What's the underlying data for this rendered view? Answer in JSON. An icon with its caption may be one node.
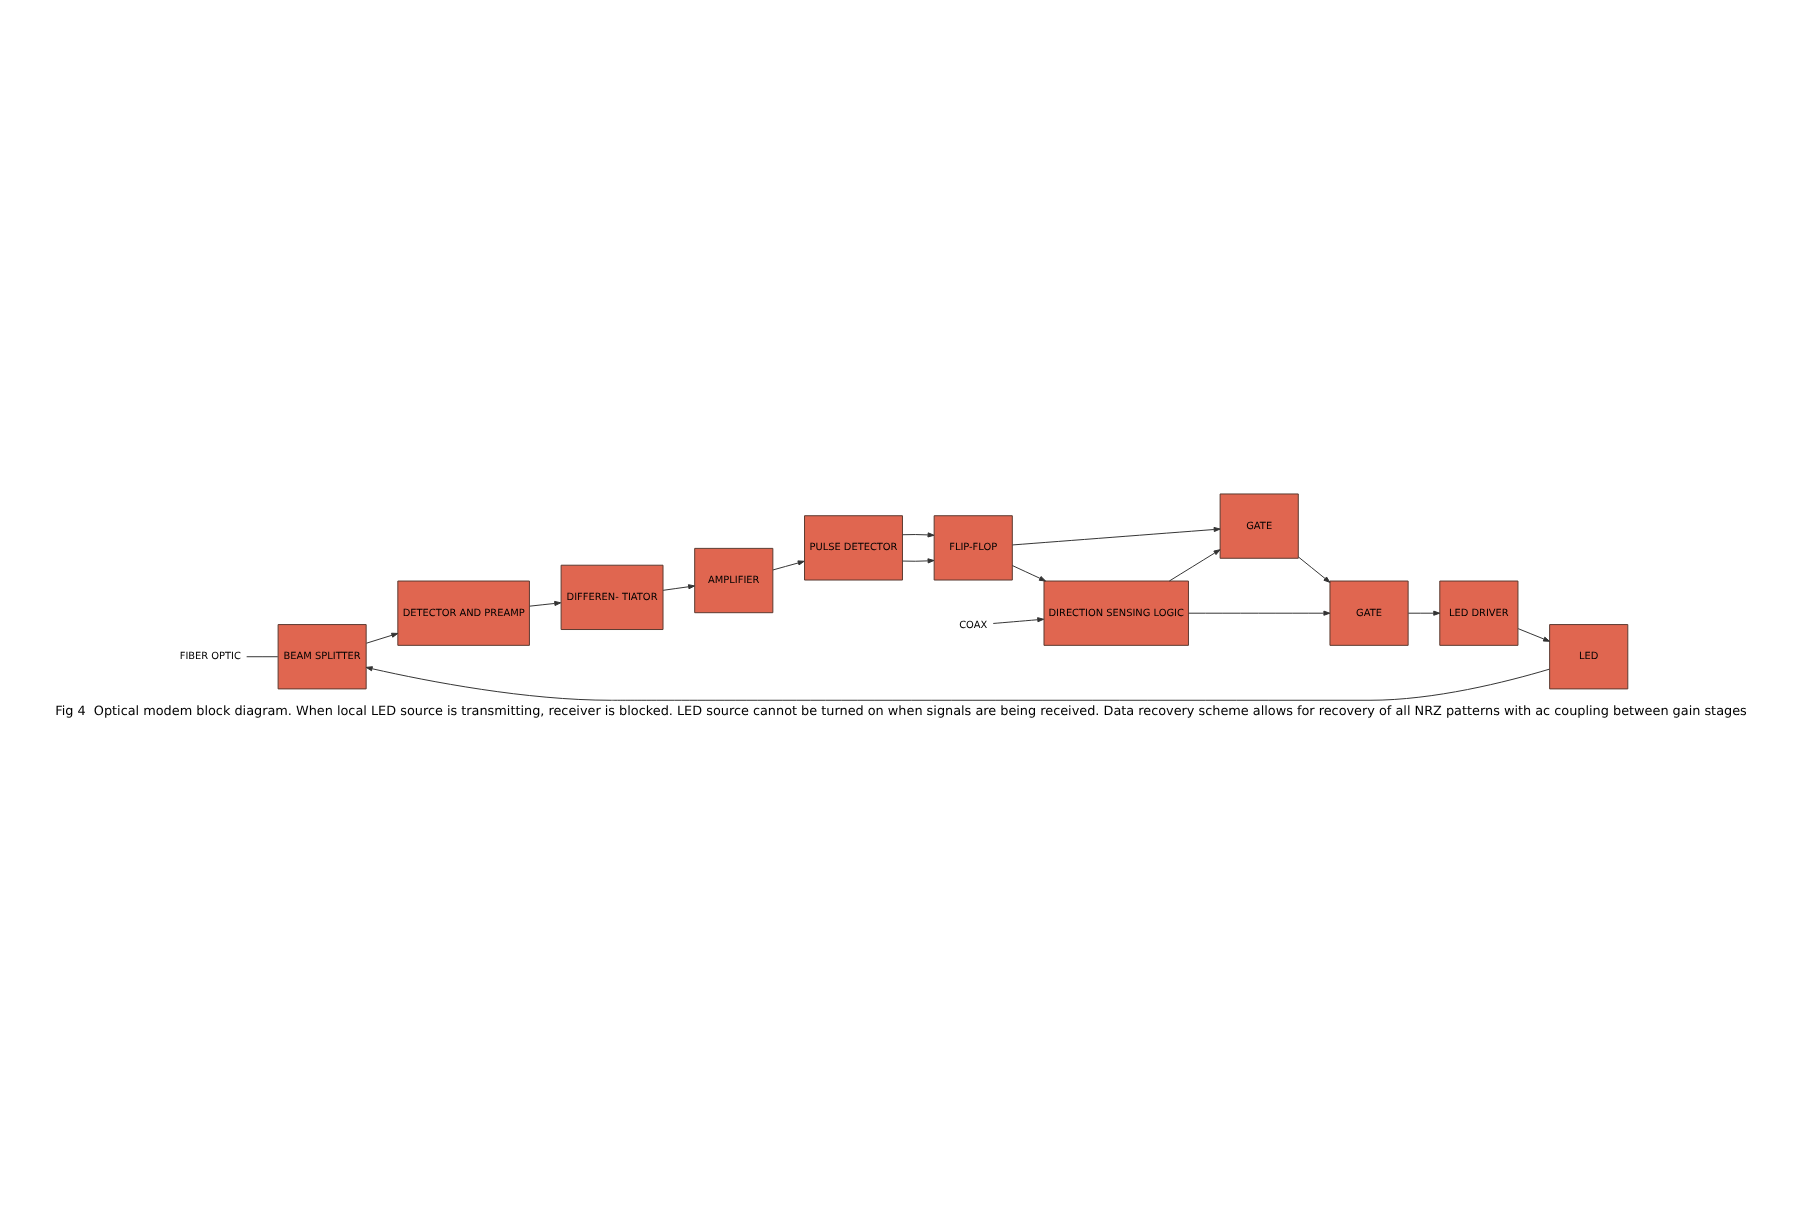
{
  "diagram": {
    "caption": "Fig 4  Optical modem block diagram. When local LED source is transmitting, receiver is blocked. LED source cannot be turned on when signals are being received. Data recovery scheme allows for recovery of all NRZ patterns with ac coupling between gain stages",
    "nodes": [
      {
        "text": [
          "FIBER OPTIC"
        ]
      },
      {
        "text": [
          "BEAM SPLITTER"
        ]
      },
      {
        "text": [
          "DETECTOR AND PREAMP"
        ]
      },
      {
        "text": [
          "DIFFEREN- TIATOR"
        ]
      },
      {
        "text": [
          "AMPLIFIER"
        ]
      },
      {
        "text": [
          "PULSE DETECTOR"
        ]
      },
      {
        "text": [
          "FLIP-FLOP"
        ]
      },
      {
        "text": [
          "GATE"
        ]
      },
      {
        "text": [
          "DIRECTION SENSING LOGIC"
        ]
      },
      {
        "text": [
          "COAX"
        ]
      },
      {
        "text": [
          "GATE"
        ]
      },
      {
        "text": [
          "LED DRIVER"
        ]
      },
      {
        "text": [
          "LED"
        ]
      }
    ],
    "edges": [
      {
        "from": 0,
        "to": 1,
        "arrow": "none"
      },
      {
        "from": 1,
        "to": 2,
        "arrow": "to"
      },
      {
        "from": 2,
        "to": 3,
        "arrow": "to"
      },
      {
        "from": 3,
        "to": 4,
        "arrow": "to"
      },
      {
        "from": 4,
        "to": 5,
        "arrow": "to"
      },
      {
        "from": 5,
        "to": 6,
        "arrow": "to"
      },
      {
        "from": 5,
        "to": 6,
        "arrow": "to"
      },
      {
        "from": 6,
        "to": 7,
        "arrow": "to"
      },
      {
        "from": 6,
        "to": 8,
        "arrow": "to"
      },
      {
        "from": 8,
        "to": 7,
        "arrow": "to"
      },
      {
        "from": 7,
        "to": 10,
        "arrow": "to"
      },
      {
        "from": 9,
        "to": 8,
        "arrow": "to"
      },
      {
        "from": 8,
        "to": 10,
        "arrow": "to"
      },
      {
        "from": 10,
        "to": 11,
        "arrow": "to"
      },
      {
        "from": 11,
        "to": 12,
        "arrow": "to"
      },
      {
        "from": 12,
        "to": 1,
        "arrow": "to"
      }
    ]
  }
}
